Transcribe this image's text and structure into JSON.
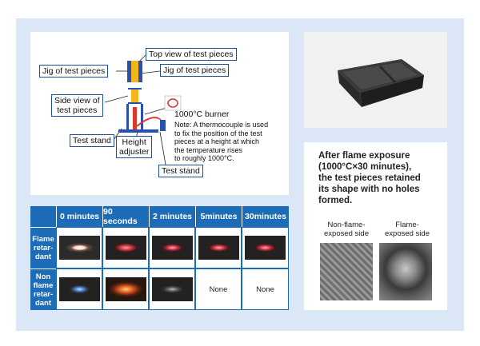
{
  "diagram": {
    "labels": {
      "top_view": "Top view of test pieces",
      "jig": "Jig of test pieces",
      "jig_right": "Jig of test pieces",
      "side_view": "Side view of\ntest pieces",
      "test_stand_left": "Test stand",
      "height_adjuster": "Height\nadjuster",
      "test_stand_right": "Test stand"
    },
    "burner_title": "1000°C burner",
    "note": "Note: A thermocouple is used\nto fix the position of the test\npieces at a height at which\nthe temperature rises\nto roughly 1000°C."
  },
  "table": {
    "headers": [
      "0 minutes",
      "90 seconds",
      "2 minutes",
      "5minutes",
      "30minutes"
    ],
    "rows": [
      {
        "label": "Flame\nretar-\ndant",
        "cells": [
          "photo",
          "photo",
          "photo",
          "photo",
          "photo"
        ]
      },
      {
        "label": "Non\nflame\nretar-\ndant",
        "cells": [
          "photo",
          "photo",
          "photo",
          "None",
          "None"
        ]
      }
    ]
  },
  "result": {
    "caption": "After flame exposure\n(1000°C×30 minutes),\nthe test pieces retained\nits shape with no holes\nformed.",
    "left_label": "Non-flame-\nexposed side",
    "right_label": "Flame-\nexposed side"
  },
  "colors": {
    "accent": "#1d6cb8",
    "frame": "#dbe7f6",
    "label_border": "#1f4e99"
  }
}
